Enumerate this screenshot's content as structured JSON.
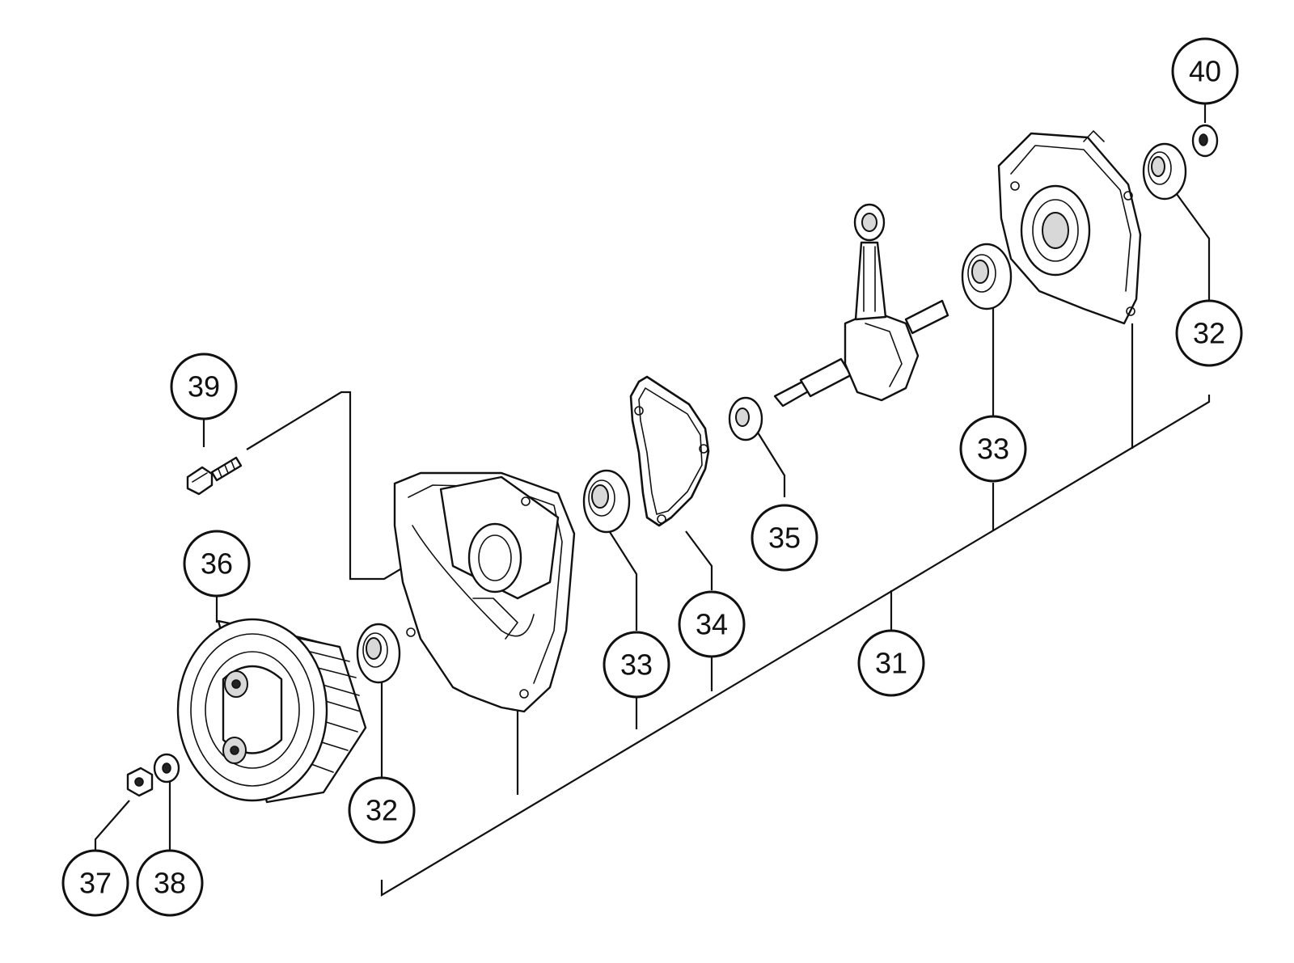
{
  "colors": {
    "ink": "#111111",
    "paper": "#ffffff"
  },
  "callouts": [
    {
      "id": "c31",
      "label": "31"
    },
    {
      "id": "c32a",
      "label": "32"
    },
    {
      "id": "c32b",
      "label": "32"
    },
    {
      "id": "c33a",
      "label": "33"
    },
    {
      "id": "c33b",
      "label": "33"
    },
    {
      "id": "c34",
      "label": "34"
    },
    {
      "id": "c35",
      "label": "35"
    },
    {
      "id": "c36",
      "label": "36"
    },
    {
      "id": "c37",
      "label": "37"
    },
    {
      "id": "c38",
      "label": "38"
    },
    {
      "id": "c39",
      "label": "39"
    },
    {
      "id": "c40",
      "label": "40"
    }
  ]
}
